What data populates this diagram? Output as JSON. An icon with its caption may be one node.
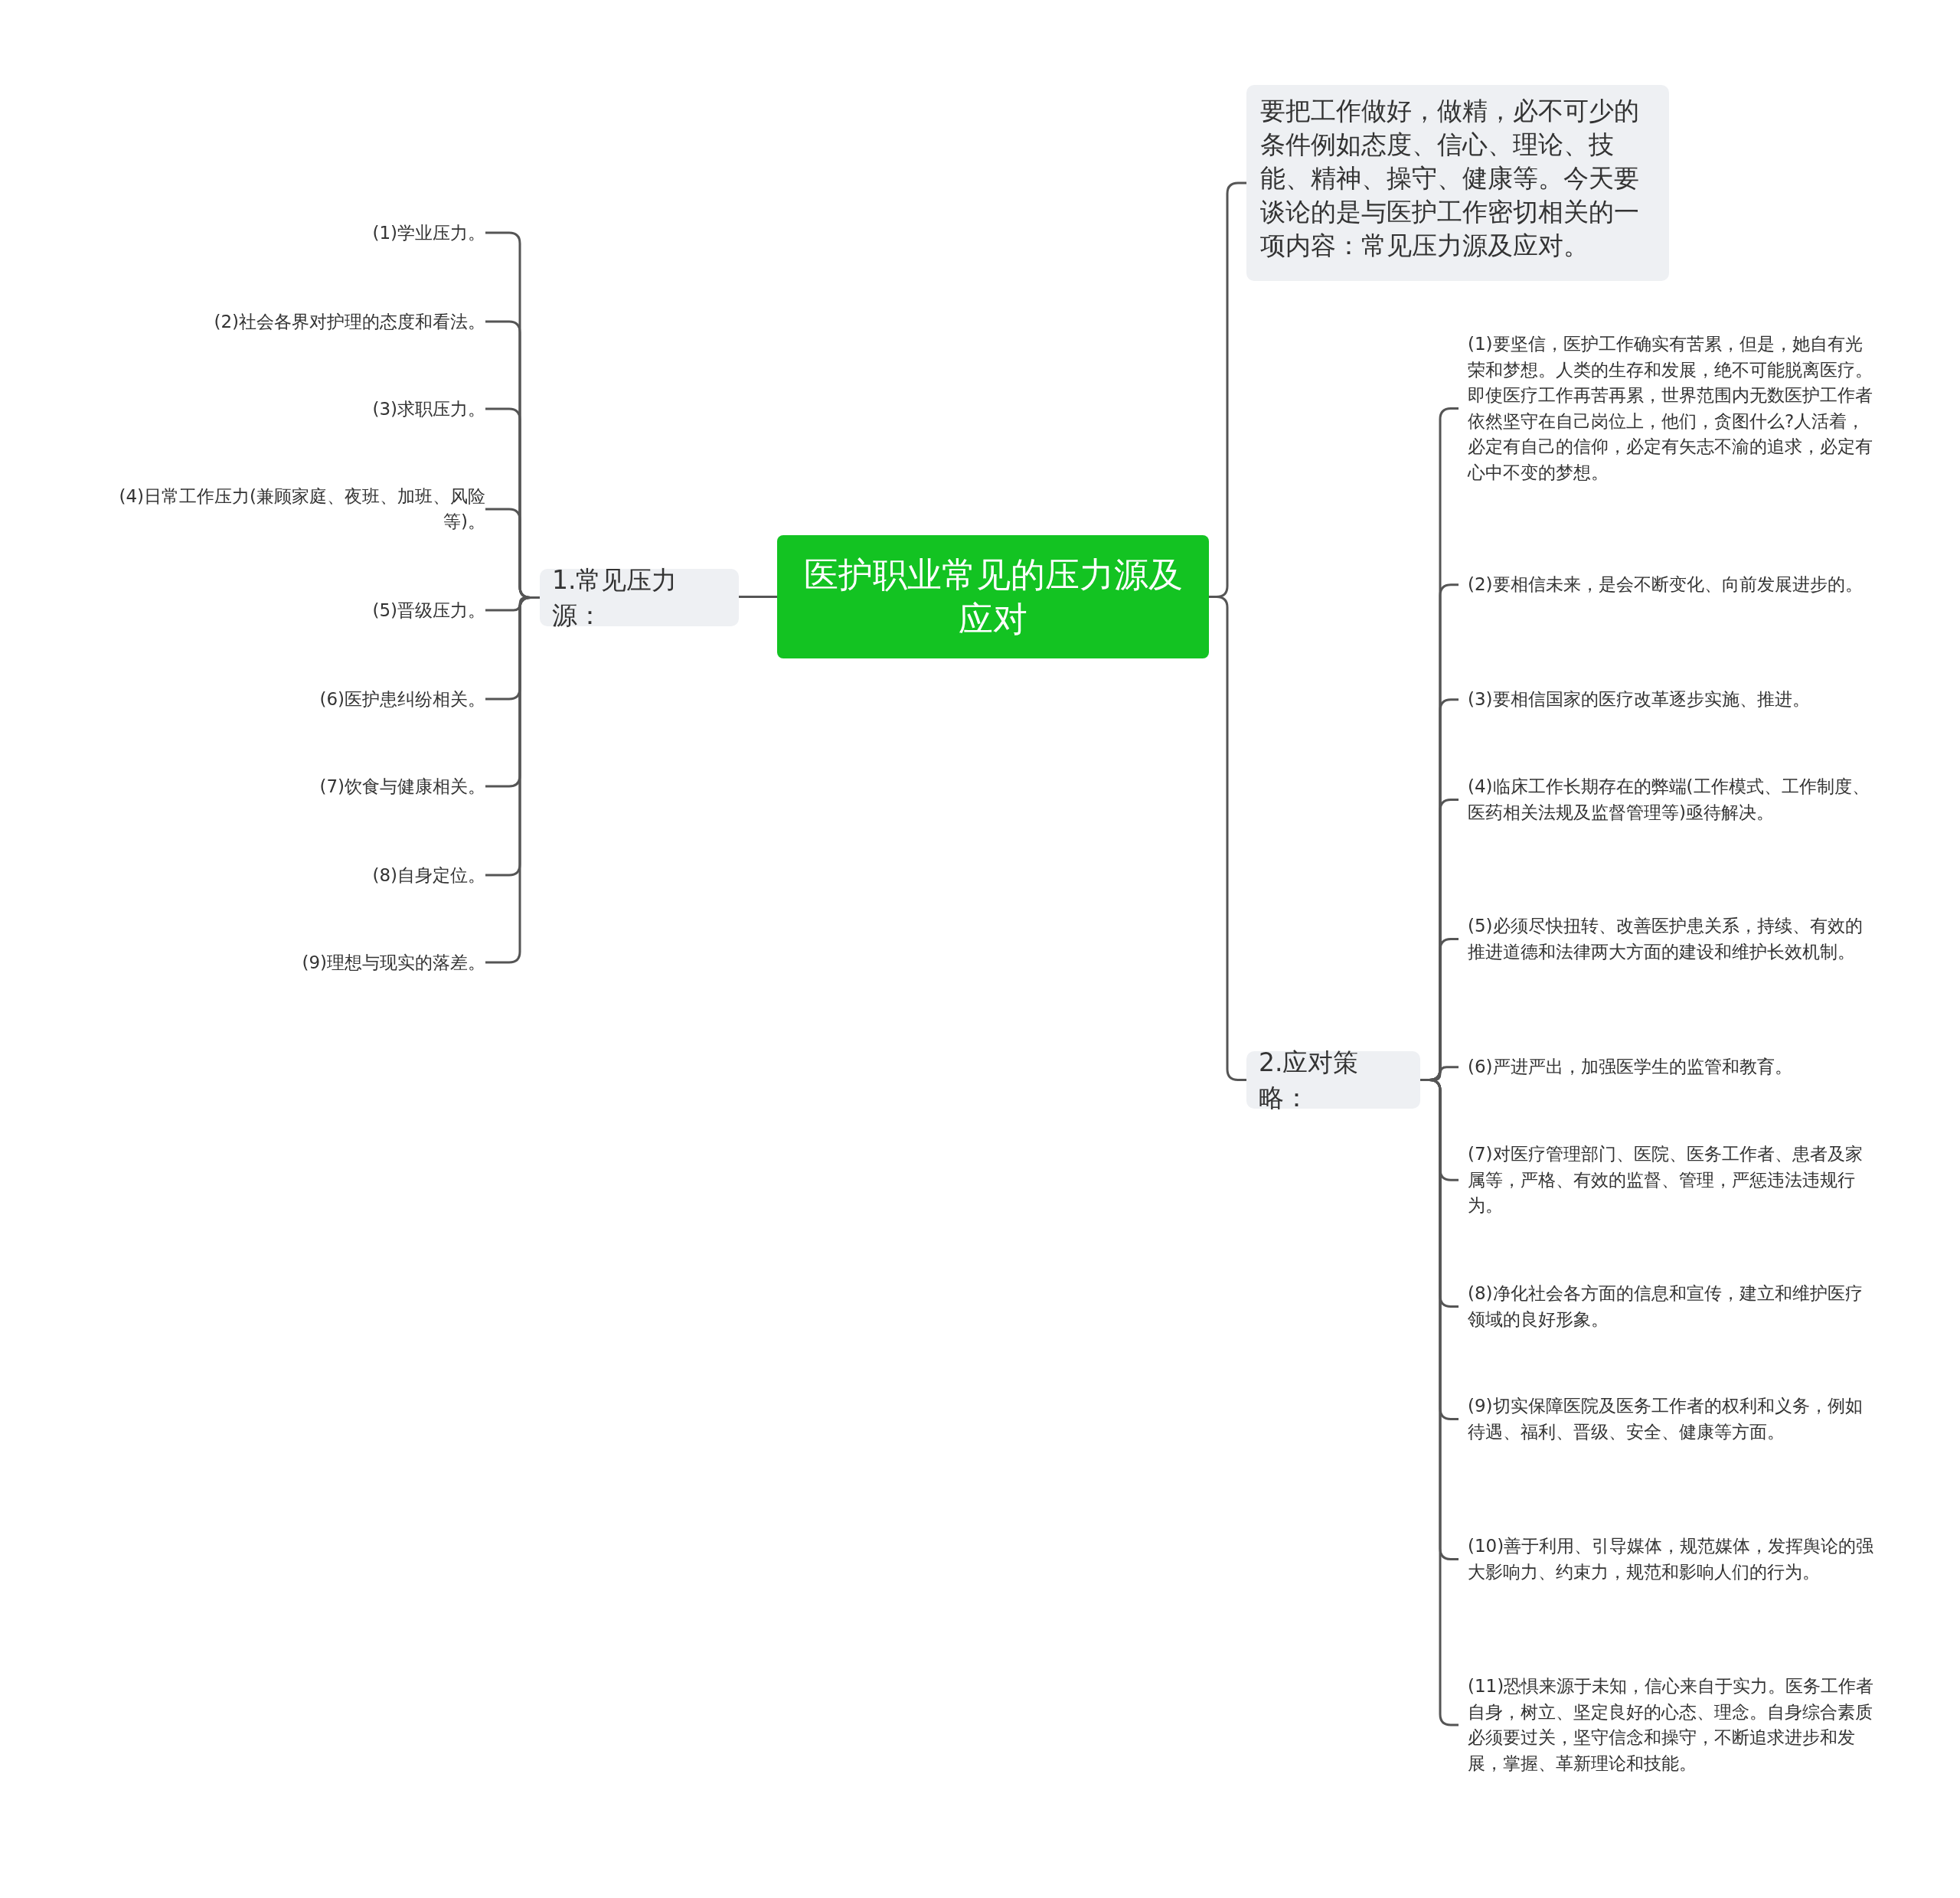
{
  "diagram": {
    "nodes": [
      {
        "text": [
          "医护职业常见的压力源及应对"
        ]
      },
      {
        "text": [
          "1.常见压力源："
        ]
      },
      {
        "text": [
          "(1)学业压力。"
        ]
      },
      {
        "text": [
          "(2)社会各界对护理的态度和看法。"
        ]
      },
      {
        "text": [
          "(3)求职压力。"
        ]
      },
      {
        "text": [
          "(4)日常工作压力(兼顾家庭、夜班、加班、风险等)。"
        ]
      },
      {
        "text": [
          "(5)晋级压力。"
        ]
      },
      {
        "text": [
          "(6)医护患纠纷相关。"
        ]
      },
      {
        "text": [
          "(7)饮食与健康相关。"
        ]
      },
      {
        "text": [
          "(8)自身定位。"
        ]
      },
      {
        "text": [
          "(9)理想与现实的落差。"
        ]
      },
      {
        "text": [
          "要把工作做好，做精，必不可少的条件例如态度、信心、理论、技能、精神、操守、健康等。今天要谈论的是与医护工作密切相关的一项内容：常见压力源及应对。"
        ]
      },
      {
        "text": [
          "2.应对策略："
        ]
      },
      {
        "text": [
          "(1)要坚信，医护工作确实有苦累，但是，她自有光荣和梦想。人类的生存和发展，绝不可能脱离医疗。即使医疗工作再苦再累，世界范围内无数医护工作者依然坚守在自己岗位上，他们，贪图什么?人活着，必定有自己的信仰，必定有矢志不渝的追求，必定有心中不变的梦想。"
        ]
      },
      {
        "text": [
          "(2)要相信未来，是会不断变化、向前发展进步的。"
        ]
      },
      {
        "text": [
          "(3)要相信国家的医疗改革逐步实施、推进。"
        ]
      },
      {
        "text": [
          "(4)临床工作长期存在的弊端(工作模式、工作制度、医药相关法规及监督管理等)亟待解决。"
        ]
      },
      {
        "text": [
          "(5)必须尽快扭转、改善医护患关系，持续、有效的推进道德和法律两大方面的建设和维护长效机制。"
        ]
      },
      {
        "text": [
          "(6)严进严出，加强医学生的监管和教育。"
        ]
      },
      {
        "text": [
          "(7)对医疗管理部门、医院、医务工作者、患者及家属等，严格、有效的监督、管理，严惩违法违规行为。"
        ]
      },
      {
        "text": [
          "(8)净化社会各方面的信息和宣传，建立和维护医疗领域的良好形象。"
        ]
      },
      {
        "text": [
          "(9)切实保障医院及医务工作者的权利和义务，例如待遇、福利、晋级、安全、健康等方面。"
        ]
      },
      {
        "text": [
          "(10)善于利用、引导媒体，规范媒体，发挥舆论的强大影响力、约束力，规范和影响人们的行为。"
        ]
      },
      {
        "text": [
          "(11)恐惧来源于未知，信心来自于实力。医务工作者自身，树立、坚定良好的心态、理念。自身综合素质必须要过关，坚守信念和操守，不断追求进步和发展，掌握、革新理论和技能。"
        ]
      }
    ],
    "edges": [
      {
        "from": 0,
        "to": 1,
        "arrow": "none"
      },
      {
        "from": 1,
        "to": 2,
        "arrow": "none"
      },
      {
        "from": 1,
        "to": 3,
        "arrow": "none"
      },
      {
        "from": 1,
        "to": 4,
        "arrow": "none"
      },
      {
        "from": 1,
        "to": 5,
        "arrow": "none"
      },
      {
        "from": 1,
        "to": 6,
        "arrow": "none"
      },
      {
        "from": 1,
        "to": 7,
        "arrow": "none"
      },
      {
        "from": 1,
        "to": 8,
        "arrow": "none"
      },
      {
        "from": 1,
        "to": 9,
        "arrow": "none"
      },
      {
        "from": 1,
        "to": 10,
        "arrow": "none"
      },
      {
        "from": 0,
        "to": 11,
        "arrow": "none"
      },
      {
        "from": 0,
        "to": 12,
        "arrow": "none"
      },
      {
        "from": 12,
        "to": 13,
        "arrow": "none"
      },
      {
        "from": 12,
        "to": 14,
        "arrow": "none"
      },
      {
        "from": 12,
        "to": 15,
        "arrow": "none"
      },
      {
        "from": 12,
        "to": 16,
        "arrow": "none"
      },
      {
        "from": 12,
        "to": 17,
        "arrow": "none"
      },
      {
        "from": 12,
        "to": 18,
        "arrow": "none"
      },
      {
        "from": 12,
        "to": 19,
        "arrow": "none"
      },
      {
        "from": 12,
        "to": 20,
        "arrow": "none"
      },
      {
        "from": 12,
        "to": 21,
        "arrow": "none"
      },
      {
        "from": 12,
        "to": 22,
        "arrow": "none"
      },
      {
        "from": 12,
        "to": 23,
        "arrow": "none"
      }
    ]
  }
}
